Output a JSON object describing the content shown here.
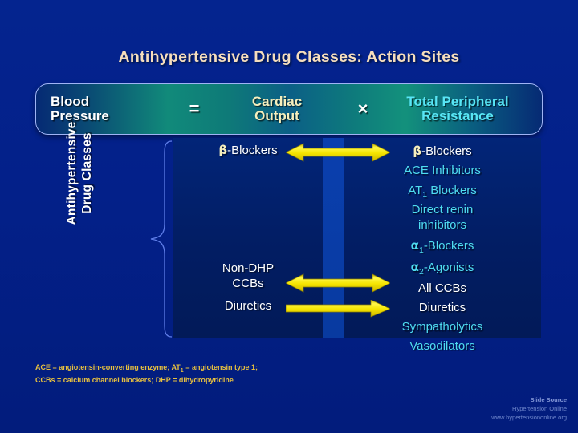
{
  "slide": {
    "title": "Antihypertensive Drug Classes:  Action Sites",
    "background_color": "#032089",
    "title_color": "#f6debd"
  },
  "equation": {
    "blood_pressure": "Blood\nPressure",
    "equals": "=",
    "cardiac_output": "Cardiac\nOutput",
    "times": "×",
    "total_peripheral_resistance": "Total Peripheral\nResistance",
    "colors": {
      "blood_pressure": "#ffffff",
      "cardiac_output": "#f6efbd",
      "total_peripheral_resistance": "#58e6f5",
      "border": "#9fb4f5"
    }
  },
  "left_label": "Antihypertensive\nDrug Classes",
  "cardiac_output_column": {
    "items": [
      {
        "label": "β-Blockers",
        "color": "#ffffff",
        "arrow": "double"
      },
      {
        "label": "Non-DHP\nCCBs",
        "color": "#ffffff",
        "arrow": "double"
      },
      {
        "label": "Diuretics",
        "color": "#ffffff",
        "arrow": "right"
      }
    ]
  },
  "tpr_column": {
    "items": [
      {
        "label": "β-Blockers",
        "color": "#ffffff"
      },
      {
        "label": "ACE Inhibitors",
        "color": "#4fdcf0"
      },
      {
        "label": "AT1 Blockers",
        "color": "#4fdcf0"
      },
      {
        "label": "Direct renin inhibitors",
        "color": "#4fdcf0"
      },
      {
        "label": "α1-Blockers",
        "color": "#4fdcf0"
      },
      {
        "label": "α2-Agonists",
        "color": "#4fdcf0"
      },
      {
        "label": "All CCBs",
        "color": "#ffffff"
      },
      {
        "label": "Diuretics",
        "color": "#ffffff"
      },
      {
        "label": "Sympatholytics",
        "color": "#4fdcf0"
      },
      {
        "label": "Vasodilators",
        "color": "#4fdcf0"
      }
    ]
  },
  "footnote": {
    "line1": "ACE = angiotensin-converting enzyme; AT1 = angiotensin type 1;",
    "line2": "CCBs = calcium channel blockers; DHP = dihydropyridine",
    "color": "#e8c13f"
  },
  "credit": {
    "line1": "Slide Source",
    "line2": "Hypertension Online",
    "line3": "www.hypertensiononline.org",
    "color": "#6f86cc"
  },
  "arrows": {
    "color": "#f5e400"
  }
}
